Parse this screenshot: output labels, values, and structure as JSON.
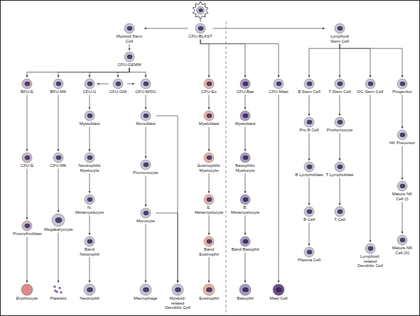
{
  "diagram": {
    "nodes": [
      {
        "text": [
          "Myeloid Stem Cell"
        ]
      },
      {
        "text": [
          "CFU-BLAST"
        ]
      },
      {
        "text": [
          "Lymphoid Stem Cell"
        ]
      },
      {
        "text": [
          "CFU-GEMM"
        ]
      },
      {
        "text": [
          "BFU-E"
        ]
      },
      {
        "text": [
          "BFU-MK"
        ]
      },
      {
        "text": [
          "CFU-G"
        ]
      },
      {
        "text": [
          "CFU-GM"
        ]
      },
      {
        "text": [
          "CFU-M/DC"
        ]
      },
      {
        "text": [
          "CFU-Eo"
        ]
      },
      {
        "text": [
          "CFU-Bas"
        ]
      },
      {
        "text": [
          "CFU-Mast"
        ]
      },
      {
        "text": [
          "B Stem Cell"
        ]
      },
      {
        "text": [
          "T Stem Cell"
        ]
      },
      {
        "text": [
          "DC Stem Cell"
        ]
      },
      {
        "text": [
          "Progenitor"
        ]
      },
      {
        "text": [
          "Myeloblast"
        ]
      },
      {
        "text": [
          "Monoblast"
        ]
      },
      {
        "text": [
          "Myeloblast"
        ]
      },
      {
        "text": [
          "Myeloblast"
        ]
      },
      {
        "text": [
          "Pro B Cell"
        ]
      },
      {
        "text": [
          "Prothymocyte"
        ]
      },
      {
        "text": [
          "NK Precursor"
        ]
      },
      {
        "text": [
          "CFU-E"
        ]
      },
      {
        "text": [
          "CFU-MK"
        ]
      },
      {
        "text": [
          "Neutrophilic Myelocyte"
        ]
      },
      {
        "text": [
          "Promonocyte"
        ]
      },
      {
        "text": [
          "Eosinophilic Myelocyte"
        ]
      },
      {
        "text": [
          "Basophilic Myelocyte"
        ]
      },
      {
        "text": [
          "B Lymphoblast"
        ]
      },
      {
        "text": [
          "T Lymphoblast"
        ]
      },
      {
        "text": [
          "Mature NK Cell (I)"
        ]
      },
      {
        "text": [
          "N. Metamyelocyte"
        ]
      },
      {
        "text": [
          "Monocyte"
        ]
      },
      {
        "text": [
          "E. Metamyelocyte"
        ]
      },
      {
        "text": [
          "B. Metamyelocyte"
        ]
      },
      {
        "text": [
          "B Cell"
        ]
      },
      {
        "text": [
          "T Cell"
        ]
      },
      {
        "text": [
          "Megakaryocyte"
        ]
      },
      {
        "text": [
          "Proerythroblast"
        ]
      },
      {
        "text": [
          "Band Neutrophil"
        ]
      },
      {
        "text": [
          "Band Eosinophil"
        ]
      },
      {
        "text": [
          "Band Basophil"
        ]
      },
      {
        "text": [
          "Plasma Cell"
        ]
      },
      {
        "text": [
          "Lymphoid-related Dendritic Cell"
        ]
      },
      {
        "text": [
          "Mature NK Cell (II)"
        ]
      },
      {
        "text": [
          "Erythrocyte"
        ]
      },
      {
        "text": [
          "Platelets"
        ]
      },
      {
        "text": [
          "Neutrophil"
        ]
      },
      {
        "text": [
          "Macrophage"
        ]
      },
      {
        "text": [
          "Myeloid-related Dendritic Cell"
        ]
      },
      {
        "text": [
          "Eosinophil"
        ]
      },
      {
        "text": [
          "Basophil"
        ]
      },
      {
        "text": [
          "Mast Cell"
        ]
      }
    ],
    "edges": [
      {
        "from": 1,
        "to": 0,
        "arrow": "to"
      },
      {
        "from": 1,
        "to": 2,
        "arrow": "to"
      },
      {
        "from": 0,
        "to": 3,
        "arrow": "to"
      },
      {
        "from": 1,
        "to": 9,
        "arrow": "to"
      },
      {
        "from": 1,
        "to": 10,
        "arrow": "to"
      },
      {
        "from": 1,
        "to": 11,
        "arrow": "to"
      },
      {
        "from": 3,
        "to": 4,
        "arrow": "to"
      },
      {
        "from": 3,
        "to": 5,
        "arrow": "to"
      },
      {
        "from": 3,
        "to": 6,
        "arrow": "to"
      },
      {
        "from": 3,
        "to": 7,
        "arrow": "to"
      },
      {
        "from": 3,
        "to": 8,
        "arrow": "to"
      },
      {
        "from": 7,
        "to": 6,
        "arrow": "to"
      },
      {
        "from": 7,
        "to": 8,
        "arrow": "to"
      },
      {
        "from": 2,
        "to": 12,
        "arrow": "to"
      },
      {
        "from": 2,
        "to": 13,
        "arrow": "to"
      },
      {
        "from": 2,
        "to": 14,
        "arrow": "to"
      },
      {
        "from": 2,
        "to": 15,
        "arrow": "to"
      },
      {
        "from": 4,
        "to": 23,
        "arrow": "to"
      },
      {
        "from": 23,
        "to": 39,
        "arrow": "to"
      },
      {
        "from": 39,
        "to": 46,
        "arrow": "to"
      },
      {
        "from": 5,
        "to": 24,
        "arrow": "to"
      },
      {
        "from": 24,
        "to": 38,
        "arrow": "to"
      },
      {
        "from": 38,
        "to": 47,
        "arrow": "to"
      },
      {
        "from": 6,
        "to": 16,
        "arrow": "to"
      },
      {
        "from": 16,
        "to": 25,
        "arrow": "to"
      },
      {
        "from": 25,
        "to": 32,
        "arrow": "to"
      },
      {
        "from": 32,
        "to": 40,
        "arrow": "to"
      },
      {
        "from": 40,
        "to": 48,
        "arrow": "to"
      },
      {
        "from": 8,
        "to": 17,
        "arrow": "to"
      },
      {
        "from": 17,
        "to": 26,
        "arrow": "to"
      },
      {
        "from": 26,
        "to": 33,
        "arrow": "to"
      },
      {
        "from": 33,
        "to": 49,
        "arrow": "to"
      },
      {
        "from": 33,
        "to": 50,
        "arrow": "to"
      },
      {
        "from": 17,
        "to": 50,
        "arrow": "to"
      },
      {
        "from": 9,
        "to": 18,
        "arrow": "to"
      },
      {
        "from": 18,
        "to": 27,
        "arrow": "to"
      },
      {
        "from": 27,
        "to": 34,
        "arrow": "to"
      },
      {
        "from": 34,
        "to": 41,
        "arrow": "to"
      },
      {
        "from": 41,
        "to": 51,
        "arrow": "to"
      },
      {
        "from": 10,
        "to": 19,
        "arrow": "to"
      },
      {
        "from": 19,
        "to": 28,
        "arrow": "to"
      },
      {
        "from": 28,
        "to": 35,
        "arrow": "to"
      },
      {
        "from": 35,
        "to": 42,
        "arrow": "to"
      },
      {
        "from": 42,
        "to": 52,
        "arrow": "to"
      },
      {
        "from": 11,
        "to": 53,
        "arrow": "to"
      },
      {
        "from": 12,
        "to": 20,
        "arrow": "to"
      },
      {
        "from": 20,
        "to": 29,
        "arrow": "to"
      },
      {
        "from": 29,
        "to": 36,
        "arrow": "to"
      },
      {
        "from": 36,
        "to": 43,
        "arrow": "to"
      },
      {
        "from": 13,
        "to": 21,
        "arrow": "to"
      },
      {
        "from": 21,
        "to": 30,
        "arrow": "to"
      },
      {
        "from": 30,
        "to": 37,
        "arrow": "to"
      },
      {
        "from": 14,
        "to": 44,
        "arrow": "to"
      },
      {
        "from": 15,
        "to": 22,
        "arrow": "to"
      },
      {
        "from": 22,
        "to": 31,
        "arrow": "to"
      },
      {
        "from": 31,
        "to": 45,
        "arrow": "to"
      }
    ]
  }
}
